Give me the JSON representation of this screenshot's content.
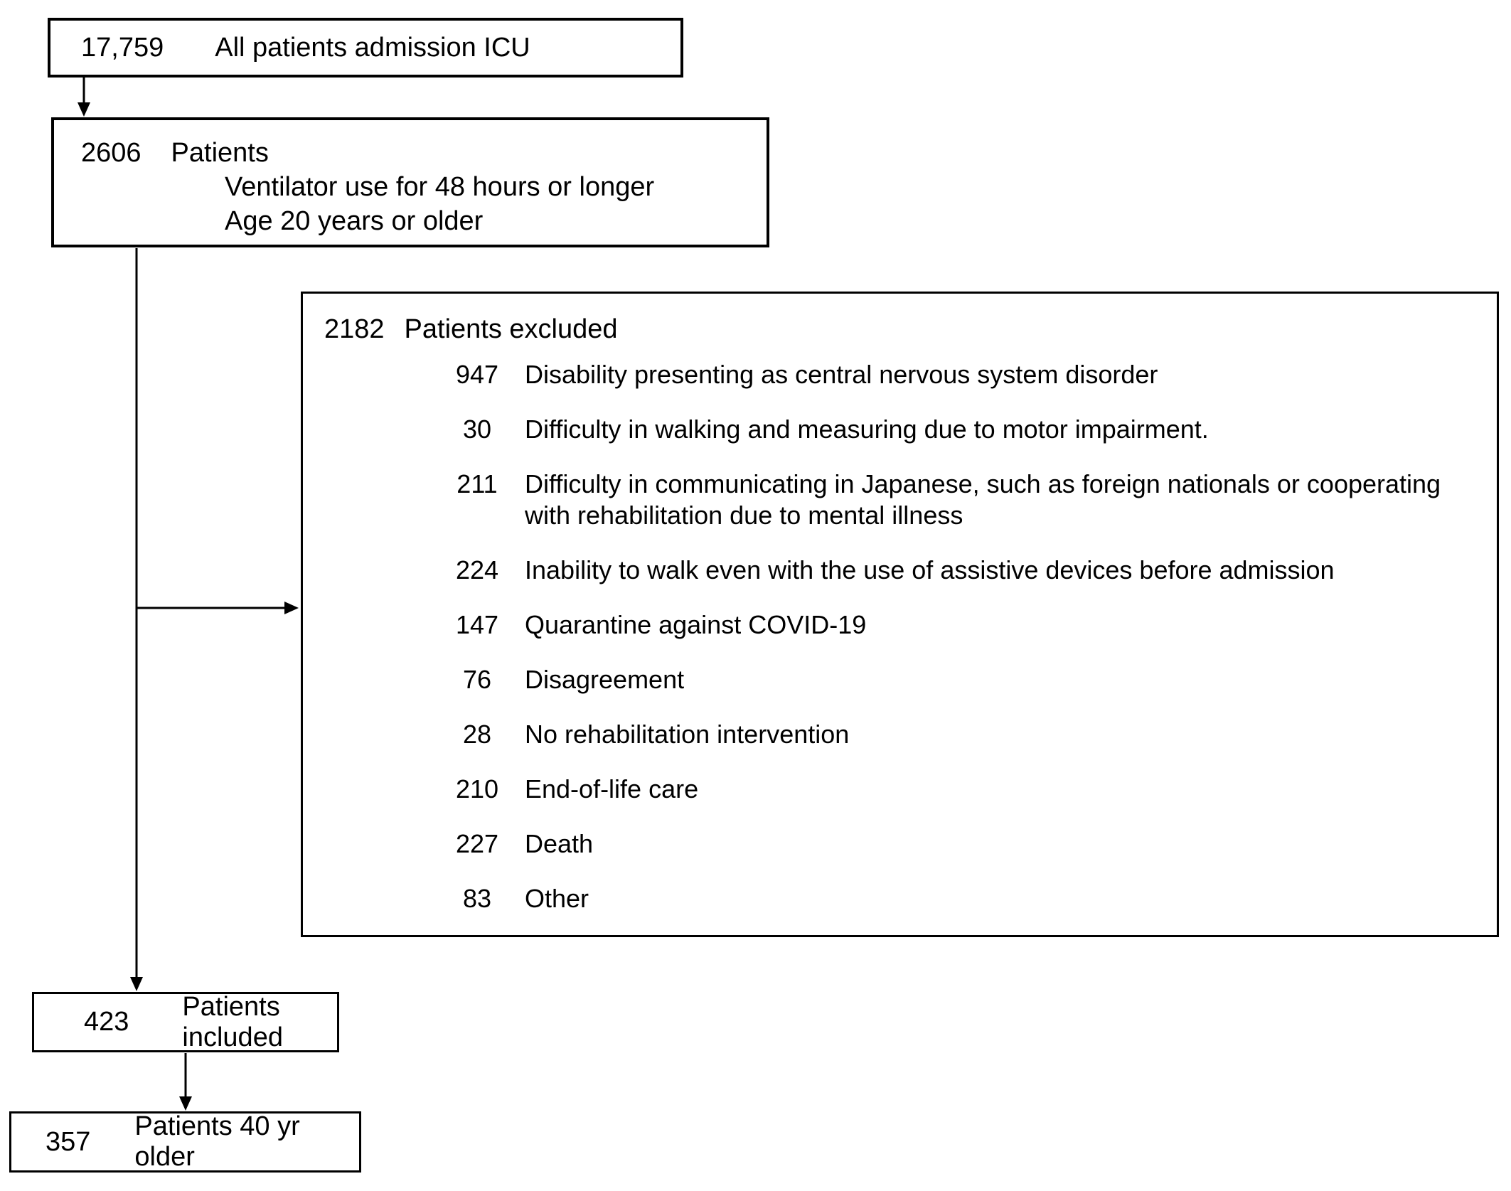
{
  "boxes": {
    "icu": {
      "count": "17,759",
      "label": "All patients admission ICU"
    },
    "eligible": {
      "count": "2606",
      "label": "Patients",
      "criteria": [
        "Ventilator use for 48 hours or longer",
        "Age 20 years or older"
      ]
    },
    "excluded": {
      "count": "2182",
      "label": "Patients excluded",
      "items": [
        {
          "count": "947",
          "reason": "Disability presenting as central nervous system disorder"
        },
        {
          "count": "30",
          "reason": "Difficulty in walking and measuring due to motor impairment."
        },
        {
          "count": "211",
          "reason": "Difficulty in communicating in Japanese, such as foreign nationals or cooperating with rehabilitation due to mental illness"
        },
        {
          "count": "224",
          "reason": "Inability to walk even with the use of assistive devices before admission"
        },
        {
          "count": "147",
          "reason": "Quarantine against COVID-19"
        },
        {
          "count": "76",
          "reason": "Disagreement"
        },
        {
          "count": "28",
          "reason": "No rehabilitation intervention"
        },
        {
          "count": "210",
          "reason": "End-of-life care"
        },
        {
          "count": "227",
          "reason": "Death"
        },
        {
          "count": "83",
          "reason": "Other"
        }
      ]
    },
    "included": {
      "count": "423",
      "label": "Patients included"
    },
    "older40": {
      "count": "357",
      "label": "Patients 40 yr older"
    }
  },
  "colors": {
    "line": "#000000",
    "text": "#000000",
    "background": "#ffffff"
  }
}
